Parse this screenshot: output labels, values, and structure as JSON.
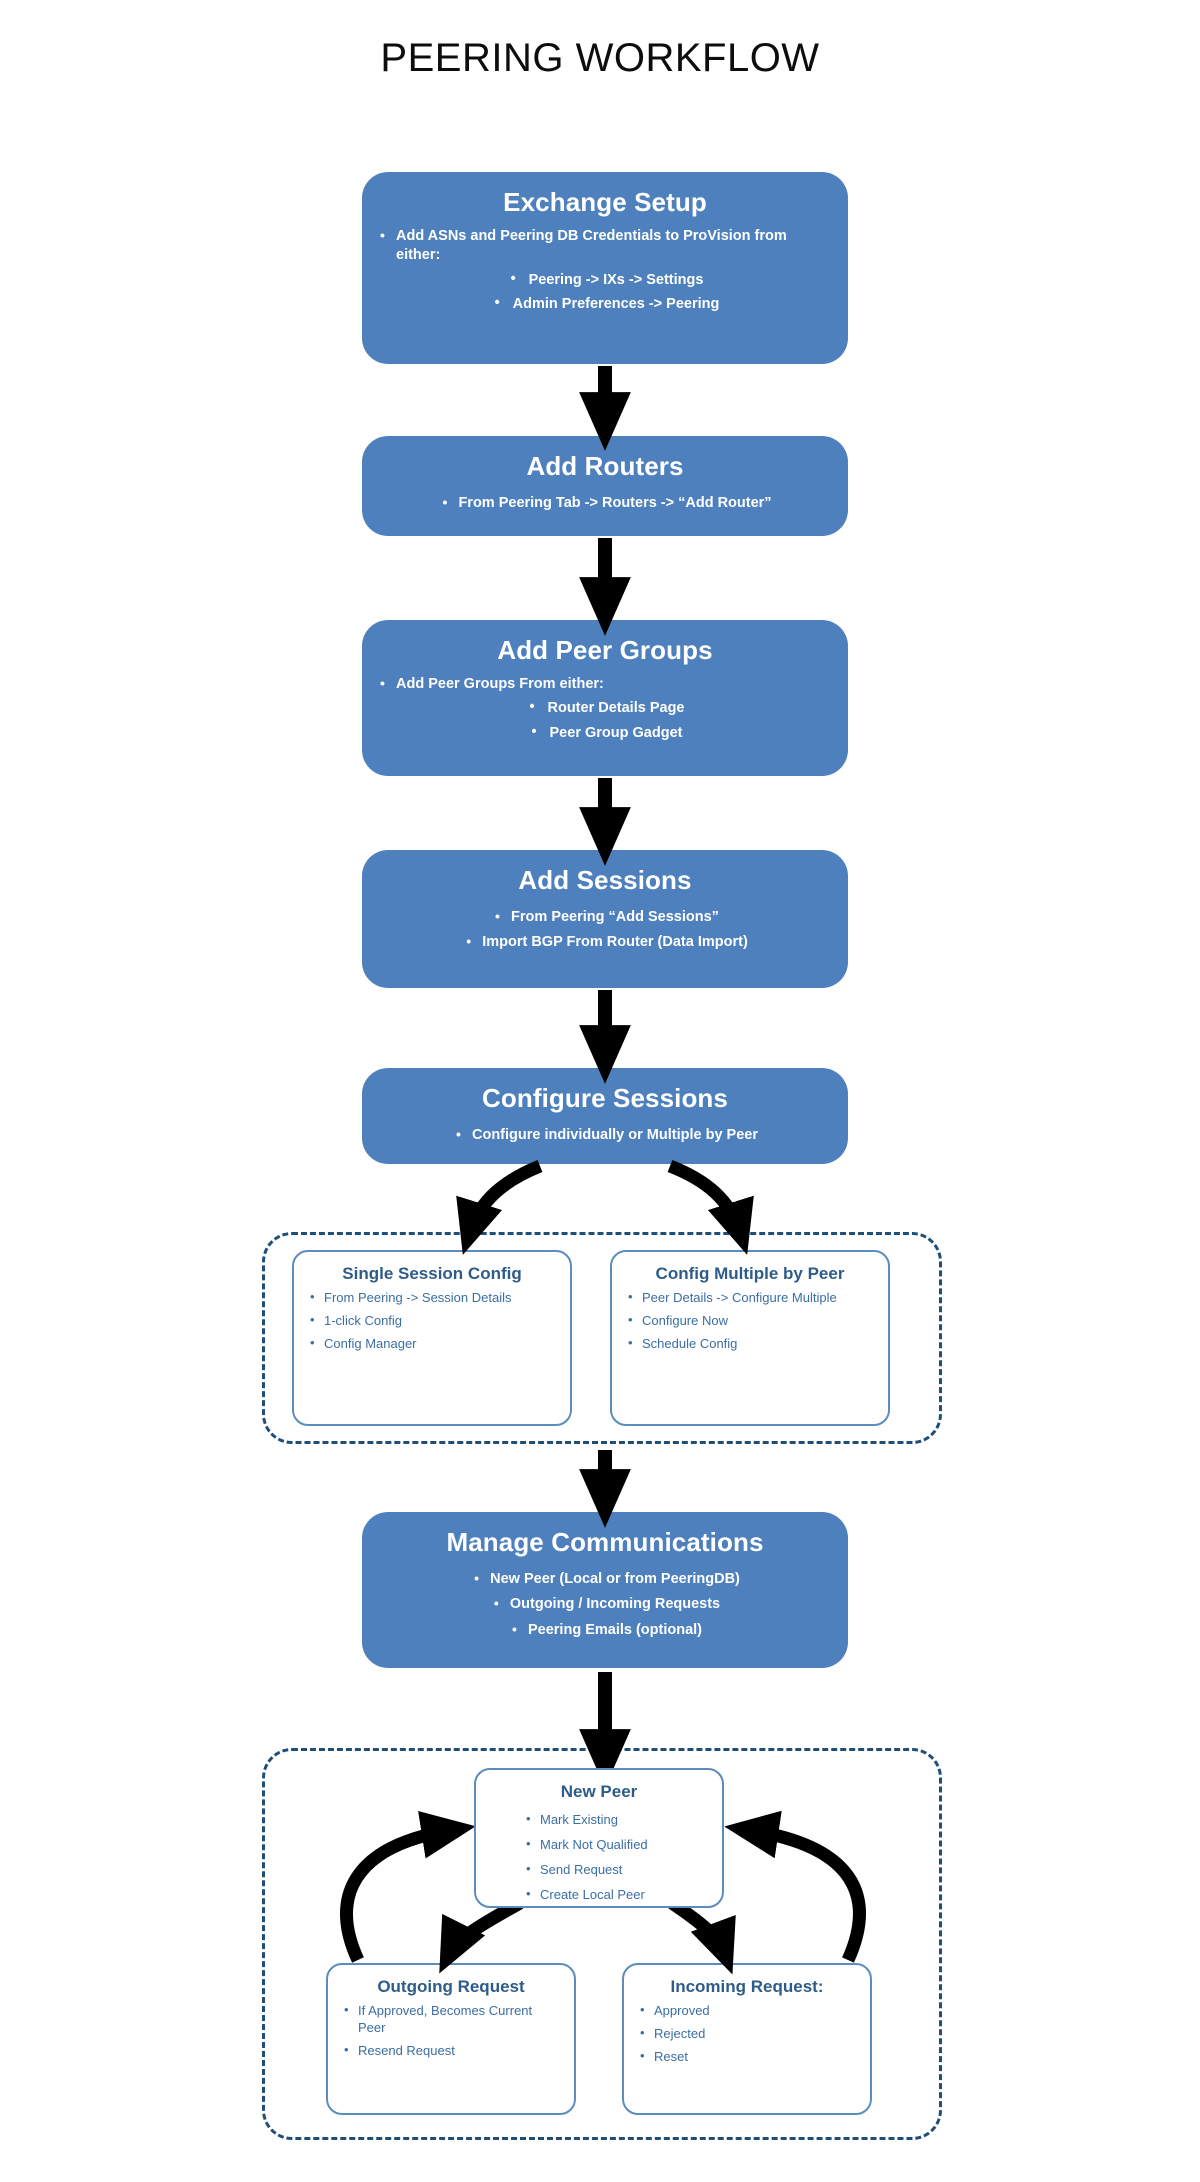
{
  "page": {
    "title": "PEERING WORKFLOW",
    "colors": {
      "process_box_fill": "#4E80BE",
      "process_box_text": "#FFFFFF",
      "sub_box_border": "#5B8CBE",
      "sub_box_title_text": "#2E5C8A",
      "sub_box_body_text": "#3A6EA5",
      "dashed_group_border": "#1F4E79",
      "arrow_color": "#000000",
      "background": "#FFFFFF"
    }
  },
  "steps": {
    "exchange_setup": {
      "title": "Exchange Setup",
      "bullets": [
        "Add ASNs and Peering DB Credentials to ProVision from either:"
      ],
      "sub_bullets": [
        "Peering -> IXs -> Settings",
        "Admin Preferences -> Peering"
      ]
    },
    "add_routers": {
      "title": "Add Routers",
      "bullets": [
        "From Peering Tab -> Routers -> “Add Router”"
      ],
      "sub_bullets": []
    },
    "add_peer_groups": {
      "title": "Add Peer Groups",
      "bullets": [
        "Add Peer Groups From either:"
      ],
      "sub_bullets": [
        "Router Details Page",
        "Peer Group Gadget"
      ]
    },
    "add_sessions": {
      "title": "Add Sessions",
      "bullets": [
        "From  Peering “Add Sessions”",
        "Import BGP From Router (Data Import)"
      ],
      "sub_bullets": []
    },
    "configure_sessions": {
      "title": "Configure Sessions",
      "bullets": [
        "Configure individually or Multiple by Peer"
      ],
      "sub_bullets": []
    },
    "manage_communications": {
      "title": "Manage Communications",
      "bullets": [
        "New Peer (Local or from PeeringDB)",
        "Outgoing / Incoming Requests",
        "Peering Emails (optional)"
      ],
      "sub_bullets": []
    }
  },
  "config_group": {
    "single_session": {
      "title": "Single Session Config",
      "bullets": [
        "From Peering -> Session Details",
        "1-click Config",
        "Config Manager"
      ]
    },
    "config_multiple": {
      "title": "Config Multiple by Peer",
      "bullets": [
        "Peer Details -> Configure Multiple",
        "Configure Now",
        "Schedule Config"
      ]
    }
  },
  "peer_group": {
    "new_peer": {
      "title": "New Peer",
      "bullets": [
        "Mark Existing",
        "Mark Not Qualified",
        "Send Request",
        "Create Local Peer"
      ]
    },
    "outgoing_request": {
      "title": "Outgoing Request",
      "bullets": [
        "If Approved, Becomes Current Peer",
        "Resend Request"
      ]
    },
    "incoming_request": {
      "title": "Incoming Request:",
      "bullets": [
        "Approved",
        "Rejected",
        "Reset"
      ]
    }
  },
  "flow": {
    "connectors": [
      {
        "from": "exchange_setup",
        "to": "add_routers",
        "type": "straight-down-arrow"
      },
      {
        "from": "add_routers",
        "to": "add_peer_groups",
        "type": "straight-down-arrow"
      },
      {
        "from": "add_peer_groups",
        "to": "add_sessions",
        "type": "straight-down-arrow"
      },
      {
        "from": "add_sessions",
        "to": "configure_sessions",
        "type": "straight-down-arrow"
      },
      {
        "from": "configure_sessions",
        "to": "single_session",
        "type": "curved-arrow-left"
      },
      {
        "from": "configure_sessions",
        "to": "config_multiple",
        "type": "curved-arrow-right"
      },
      {
        "from": "config_group",
        "to": "manage_communications",
        "type": "straight-down-arrow"
      },
      {
        "from": "manage_communications",
        "to": "new_peer",
        "type": "straight-down-arrow"
      },
      {
        "from": "new_peer",
        "to": "outgoing_request",
        "type": "curved-arrow-down-left"
      },
      {
        "from": "outgoing_request",
        "to": "new_peer",
        "type": "curved-arrow-up-left"
      },
      {
        "from": "new_peer",
        "to": "incoming_request",
        "type": "curved-arrow-down-right"
      },
      {
        "from": "incoming_request",
        "to": "new_peer",
        "type": "curved-arrow-up-right"
      }
    ]
  }
}
